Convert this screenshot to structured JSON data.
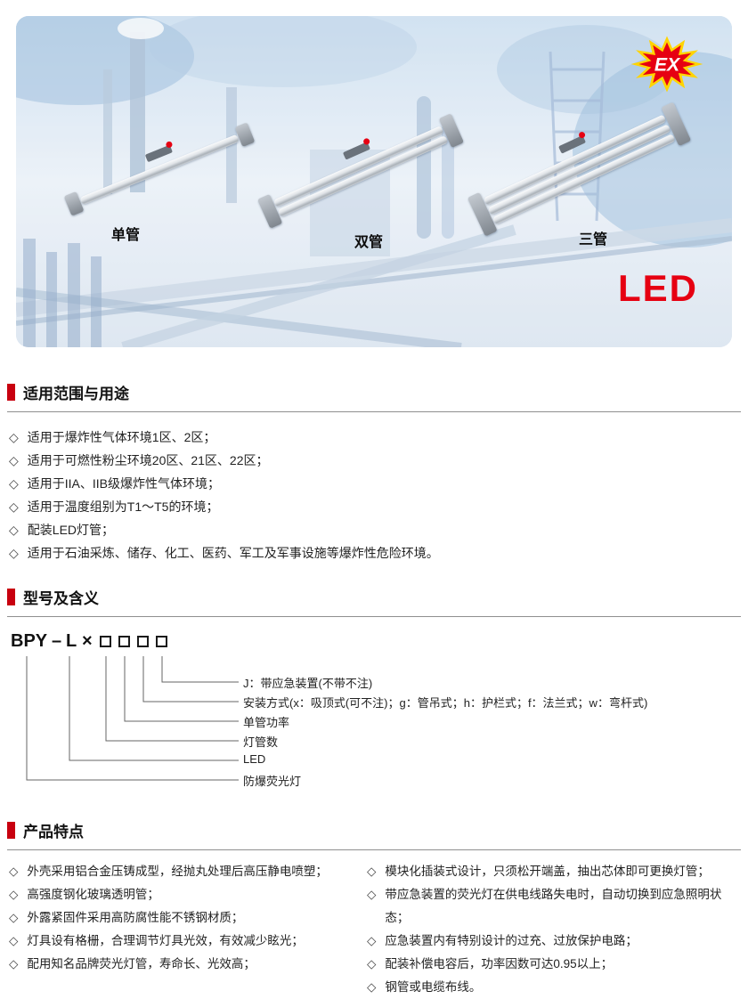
{
  "bullet": "◇",
  "colors": {
    "accent": "#c8000f",
    "led_red": "#e60012"
  },
  "hero": {
    "labels": {
      "single": "单管",
      "double": "双管",
      "triple": "三管"
    },
    "ex_badge": "EX",
    "led_text": "LED"
  },
  "sections": {
    "scope": {
      "title": "适用范围与用途",
      "items": [
        "适用于爆炸性气体环境1区、2区；",
        "适用于可燃性粉尘环境20区、21区、22区；",
        "适用于IIA、IIB级爆炸性气体环境；",
        "适用于温度组别为T1～T5的环境；",
        "配装LED灯管；",
        "适用于石油采炼、储存、化工、医药、军工及军事设施等爆炸性危险环境。"
      ]
    },
    "model": {
      "title": "型号及含义",
      "prefix": "BPY",
      "dash": "–",
      "l": "L",
      "times": "×",
      "labels": [
        "J：带应急装置(不带不注)",
        "安装方式(x：吸顶式(可不注)；g：管吊式；h：护栏式；f：法兰式；w：弯杆式)",
        "单管功率",
        "灯管数",
        "LED",
        "防爆荧光灯"
      ]
    },
    "features": {
      "title": "产品特点",
      "left": [
        "外壳采用铝合金压铸成型，经抛丸处理后高压静电喷塑；",
        "高强度钢化玻璃透明管；",
        "外露紧固件采用高防腐性能不锈钢材质；",
        "灯具设有格栅，合理调节灯具光效，有效减少眩光；",
        "配用知名品牌荧光灯管，寿命长、光效高；"
      ],
      "right": [
        "模块化插装式设计，只须松开端盖，抽出芯体即可更换灯管；",
        "带应急装置的荧光灯在供电线路失电时，自动切换到应急照明状态；",
        "应急装置内有特别设计的过充、过放保护电路；",
        "配装补偿电容后，功率因数可达0.95以上；",
        "钢管或电缆布线。"
      ]
    }
  }
}
